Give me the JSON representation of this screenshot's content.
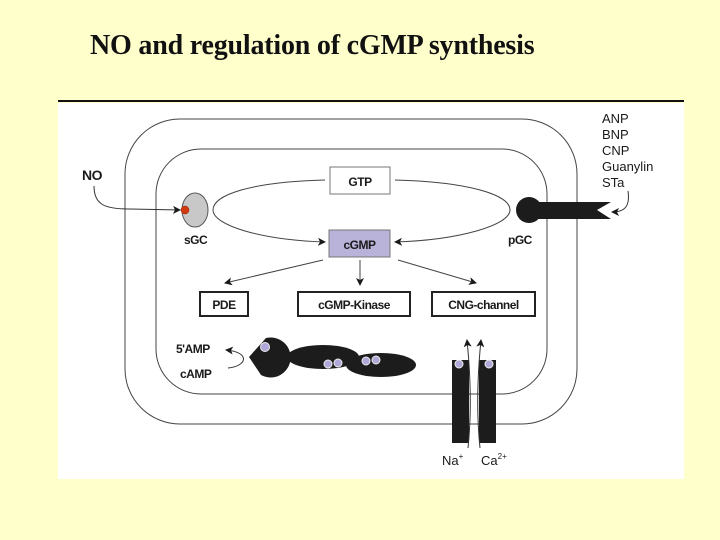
{
  "slide": {
    "title": "NO and regulation of cGMP synthesis",
    "background_color": "#ffffcc"
  },
  "diagram": {
    "inputs": {
      "no_label": "NO",
      "ligands": [
        "ANP",
        "BNP",
        "CNP",
        "Guanylin",
        "STa"
      ]
    },
    "enzymes": {
      "sgc_label": "sGC",
      "pgc_label": "pGC"
    },
    "metabolites": {
      "gtp_label": "GTP",
      "cgmp_label": "cGMP",
      "amp5_label": "5'AMP",
      "camp_label": "cAMP"
    },
    "targets": {
      "pde_label": "PDE",
      "kinase_label": "cGMP-Kinase",
      "channel_label": "CNG-channel"
    },
    "ions": {
      "na_label": "Na",
      "na_sup": "+",
      "ca_label": "Ca",
      "ca_sup": "2+"
    },
    "colors": {
      "cgmp_fill": "#b9b2d9",
      "sgc_fill": "#c8c8c8",
      "no_dot": "#d23a10",
      "binding_site": "#b0a8d8",
      "protein": "#1c1c1c"
    }
  }
}
